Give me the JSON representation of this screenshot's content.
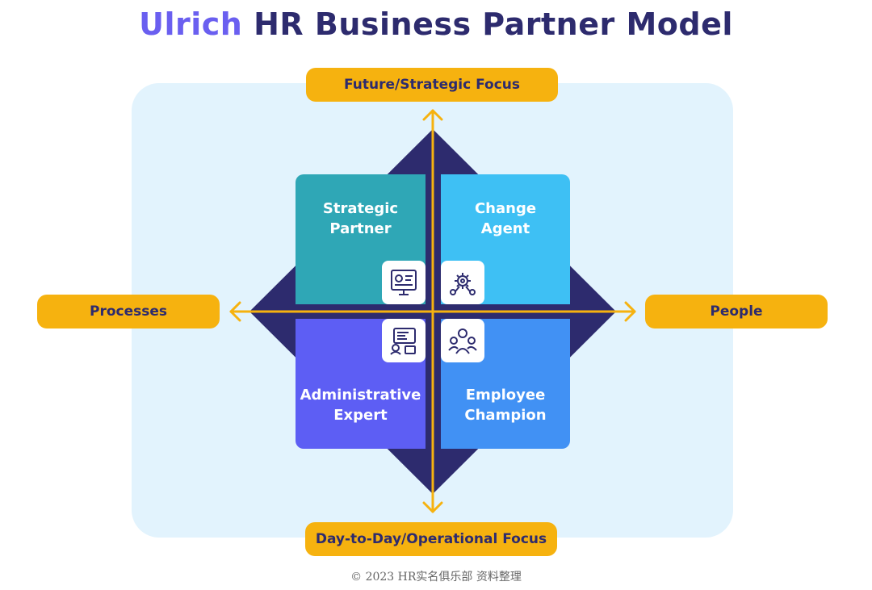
{
  "title": {
    "accent": "Ulrich",
    "main": "HR Business Partner Model"
  },
  "axes": {
    "top": "Future/Strategic Focus",
    "bottom": "Day-to-Day/Operational Focus",
    "left": "Processes",
    "right": "People"
  },
  "roles": [
    {
      "line1": "Strategic",
      "line2": "Partner",
      "icon": "strategy-board-icon"
    },
    {
      "line1": "Change",
      "line2": "Agent",
      "icon": "gear-network-icon"
    },
    {
      "line1": "Administrative",
      "line2": "Expert",
      "icon": "admin-computer-icon"
    },
    {
      "line1": "Employee",
      "line2": "Champion",
      "icon": "employee-group-icon"
    }
  ],
  "footer": "© 2023 HR实名俱乐部 资料整理",
  "colors": {
    "title": "#2d2b6e",
    "title_accent": "#6a5ff0",
    "panel": "#e2f3fd",
    "diamond": "#2d2b6e",
    "axis": "#f6b20f",
    "strategic_partner": "#2fa7b6",
    "change_agent": "#3ec0f4",
    "administrative_expert": "#5d5ef4",
    "employee_champion": "#4191f4"
  }
}
